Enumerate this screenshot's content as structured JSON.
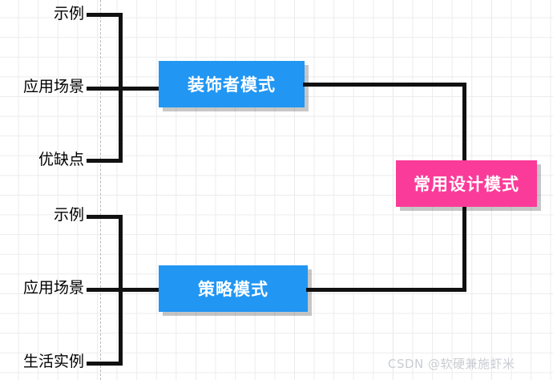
{
  "diagram": {
    "type": "mindmap",
    "root": {
      "label": "常用设计模式",
      "color": "#fb3b99",
      "text_color": "#ffffff"
    },
    "branches": [
      {
        "label": "装饰者模式",
        "color": "#2196f3",
        "text_color": "#ffffff",
        "children": [
          {
            "label": "示例"
          },
          {
            "label": "应用场景"
          },
          {
            "label": "优缺点"
          }
        ]
      },
      {
        "label": "策略模式",
        "color": "#2196f3",
        "text_color": "#ffffff",
        "children": [
          {
            "label": "示例"
          },
          {
            "label": "应用场景"
          },
          {
            "label": "生活实例"
          }
        ]
      }
    ],
    "connector_color": "#111111",
    "grid_color": "#e2e2e4",
    "guide_line_color": "#b9b9bb"
  },
  "watermark": {
    "text": "CSDN @软硬兼施虾米",
    "color": "#c9ccd2"
  }
}
